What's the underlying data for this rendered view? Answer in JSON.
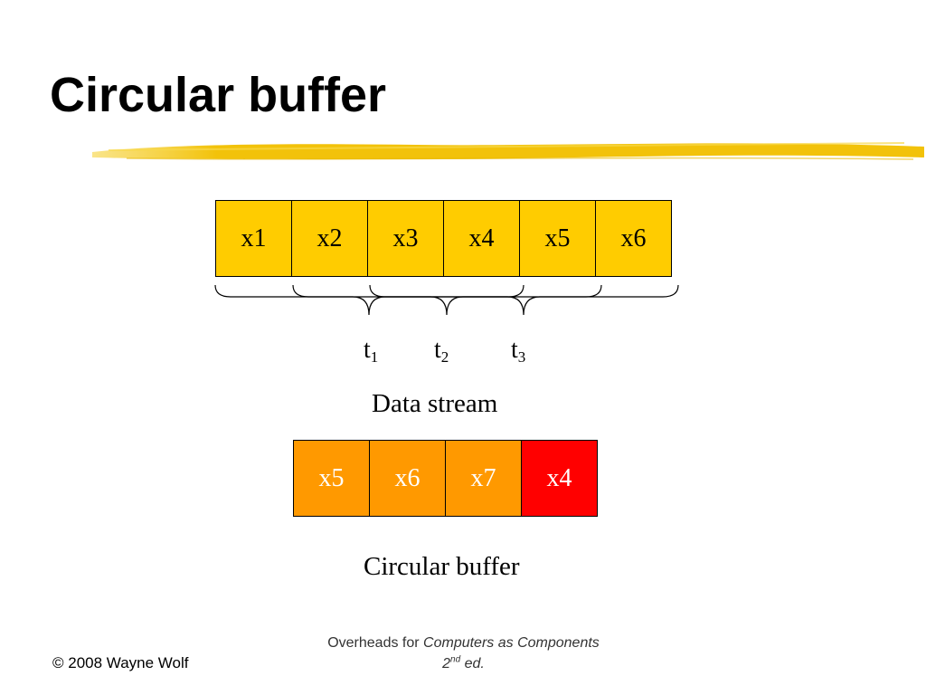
{
  "slide": {
    "title": "Circular buffer",
    "accent_color": "#f2c20a"
  },
  "data_stream": {
    "cells": [
      "x1",
      "x2",
      "x3",
      "x4",
      "x5",
      "x6"
    ],
    "fill_color": "#ffcc00",
    "time_labels": [
      {
        "base": "t",
        "sub": "1"
      },
      {
        "base": "t",
        "sub": "2"
      },
      {
        "base": "t",
        "sub": "3"
      }
    ],
    "caption": "Data stream"
  },
  "circular_buffer": {
    "cells": [
      "x5",
      "x6",
      "x7",
      "x4"
    ],
    "fill_color": "#ff9900",
    "highlight_color": "#ff0000",
    "highlight_cell": "x4",
    "caption": "Circular buffer"
  },
  "footer": {
    "copyright": "© 2008 Wayne Wolf",
    "overheads_prefix": "Overheads for ",
    "book_title": "Computers as Components 2",
    "edition_sup": "nd",
    "edition_suffix": " ed."
  }
}
